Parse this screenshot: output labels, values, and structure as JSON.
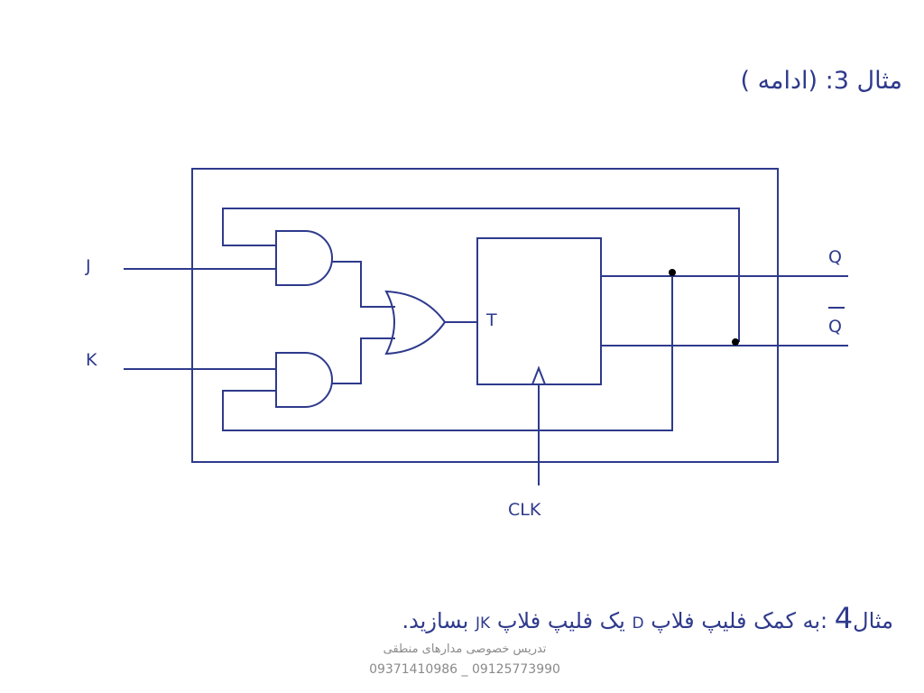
{
  "title": "مثال 3: (ادامه )",
  "circuit": {
    "input_j": "J",
    "input_k": "K",
    "t_label": "T",
    "output_q": "Q",
    "output_qbar": "Q",
    "clock": "CLK"
  },
  "example4": {
    "prefix": "مثال",
    "number": "4",
    "colon": ":",
    "text_a": "به کمک فلیپ فلاپ",
    "d_label": "D",
    "text_b": "یک فلیپ فلاپ",
    "jk_label": "JK",
    "text_c": "بسازید."
  },
  "footer": {
    "line1": "تدریس  خصوصی مدارهای منطقی",
    "line2": "09371410986 _ 09125773990"
  },
  "colors": {
    "wire": "#2e3a8c",
    "text": "#2e3a8c",
    "footer": "#8a8a8a"
  }
}
